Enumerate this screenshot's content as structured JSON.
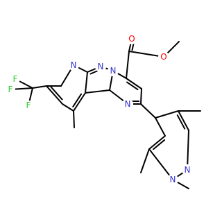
{
  "atoms": [
    {
      "id": "N1",
      "symbol": "N",
      "color": "#3333cc"
    },
    {
      "id": "N2",
      "symbol": "N",
      "color": "#3333cc"
    },
    {
      "id": "N3",
      "symbol": "N",
      "color": "#3333cc"
    },
    {
      "id": "N4",
      "symbol": "N",
      "color": "#3333cc"
    },
    {
      "id": "N5",
      "symbol": "N",
      "color": "#3333cc"
    },
    {
      "id": "N6",
      "symbol": "N",
      "color": "#3333cc"
    },
    {
      "id": "O1",
      "symbol": "O",
      "color": "#ff0000"
    },
    {
      "id": "O2",
      "symbol": "O",
      "color": "#ff0000"
    },
    {
      "id": "F1",
      "symbol": "F",
      "color": "#33cc33"
    },
    {
      "id": "F2",
      "symbol": "F",
      "color": "#33cc33"
    },
    {
      "id": "F3",
      "symbol": "F",
      "color": "#33cc33"
    }
  ],
  "colors": {
    "carbon_bond": "#000000",
    "nitrogen": "#3333cc",
    "oxygen": "#ff0000",
    "fluorine": "#33cc33"
  }
}
